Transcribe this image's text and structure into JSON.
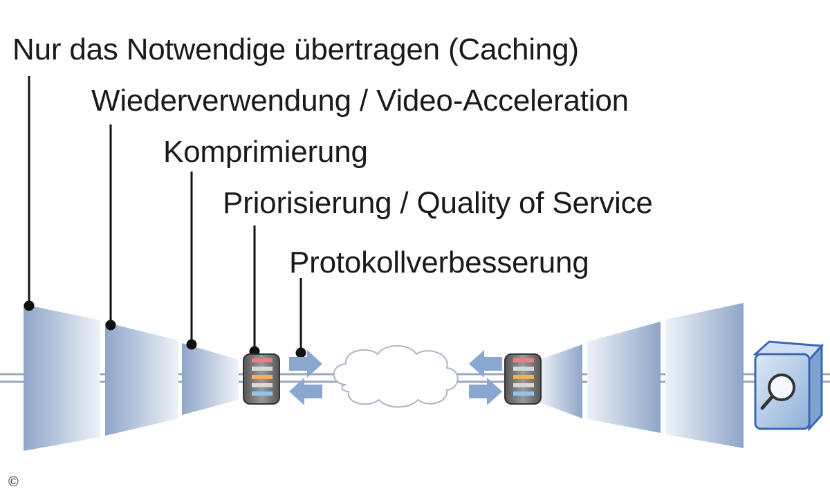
{
  "labels": {
    "caching": "Nur das Notwendige übertragen (Caching)",
    "reuse": "Wiederverwendung / Video-Acceleration",
    "compression": "Komprimierung",
    "prioritization": "Priorisierung / Quality of Service",
    "protocol": "Protokollverbesserung"
  },
  "copyright": "©",
  "icons": {
    "left_device": "wan-optimizer-device-icon",
    "right_device": "wan-optimizer-device-icon",
    "cloud": "network-cloud-icon",
    "monitor": "magnifier-box-icon"
  },
  "colors": {
    "funnel_dark": "#8fa6c8",
    "funnel_light": "#e3eaf4",
    "line": "#9aa6bd",
    "arrow": "#8aa7cf",
    "device_red": "#e88080",
    "device_orange": "#f0b060",
    "device_blue": "#8fc4ee"
  }
}
